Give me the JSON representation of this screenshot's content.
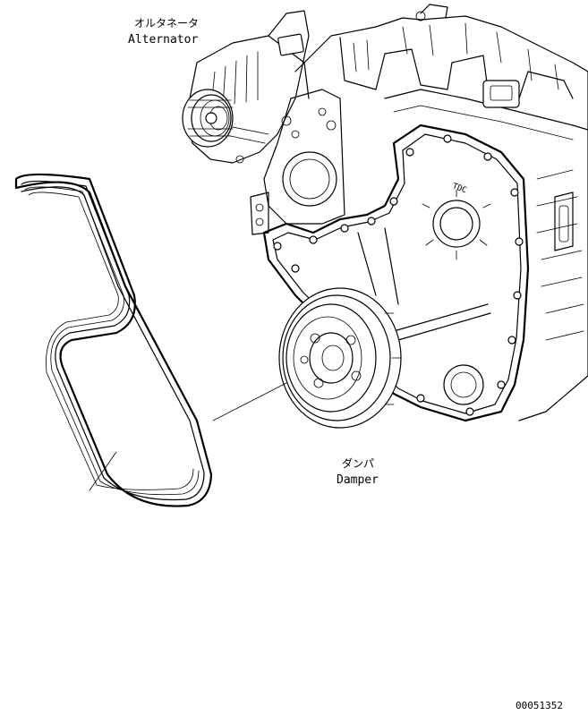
{
  "labels": {
    "alternator_jp": "オルタネータ",
    "alternator_en": "Alternator",
    "damper_jp": "ダンパ",
    "damper_en": "Damper",
    "tdc_mark": "TDC",
    "drawing_number": "00051352"
  }
}
